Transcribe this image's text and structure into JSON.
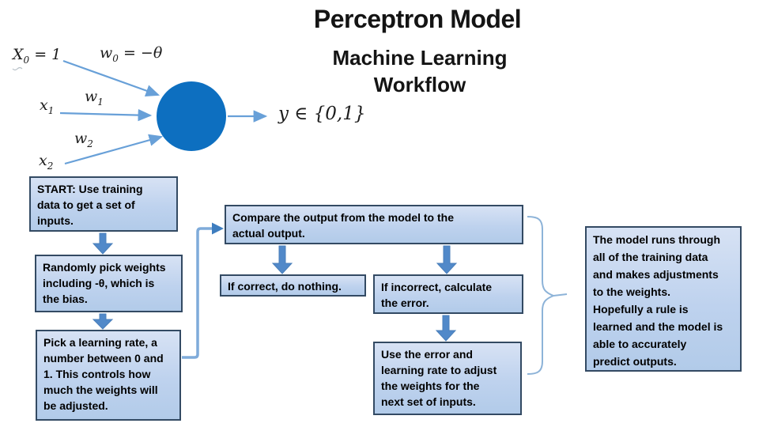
{
  "slide": {
    "title": "Perceptron Model",
    "subtitle": "Machine Learning\nWorkflow"
  },
  "perceptron": {
    "input0": {
      "base": "X",
      "sub": "0",
      "rest": " = 1"
    },
    "weight0": {
      "base": "w",
      "sub": "0",
      "rest": " = −θ"
    },
    "input1": {
      "base": "x",
      "sub": "1",
      "rest": ""
    },
    "weight1": {
      "base": "w",
      "sub": "1",
      "rest": ""
    },
    "input2": {
      "base": "x",
      "sub": "2",
      "rest": ""
    },
    "weight2": {
      "base": "w",
      "sub": "2",
      "rest": ""
    },
    "output_label": "y ∈ {0,1}"
  },
  "flowchart": {
    "start_box": "START: Use training\ndata to get a set of\ninputs.",
    "weights_box": "Randomly pick weights\nincluding -θ, which is\nthe bias.",
    "learning_rate_box": "Pick a learning rate, a\nnumber between 0 and\n1. This controls how\nmuch the weights will\nbe adjusted.",
    "compare_box": "Compare the output from the model to the\nactual output.",
    "if_correct_box": "If correct, do nothing.",
    "if_incorrect_box": "If incorrect, calculate\nthe error.",
    "use_error_box": "Use the error and\nlearning rate to adjust\nthe weights for the\nnext set of inputs.",
    "summary_box": "The model runs through\nall of the training data\nand makes adjustments\nto the weights.\nHopefully a rule is\nlearned and the model is\nable to accurately\npredict outputs."
  },
  "colors": {
    "title_text": "#141414",
    "body_text": "#000000",
    "box_fill_top": "#d7e2f4",
    "box_fill_bottom": "#b2cbe9",
    "box_border": "#334a63",
    "neuron_fill": "#0d6fc0",
    "thin_arrow": "#68a0d8",
    "block_arrow": "#5189c9",
    "loop_connector": "#7fabda",
    "brace": "#8db3d8"
  }
}
